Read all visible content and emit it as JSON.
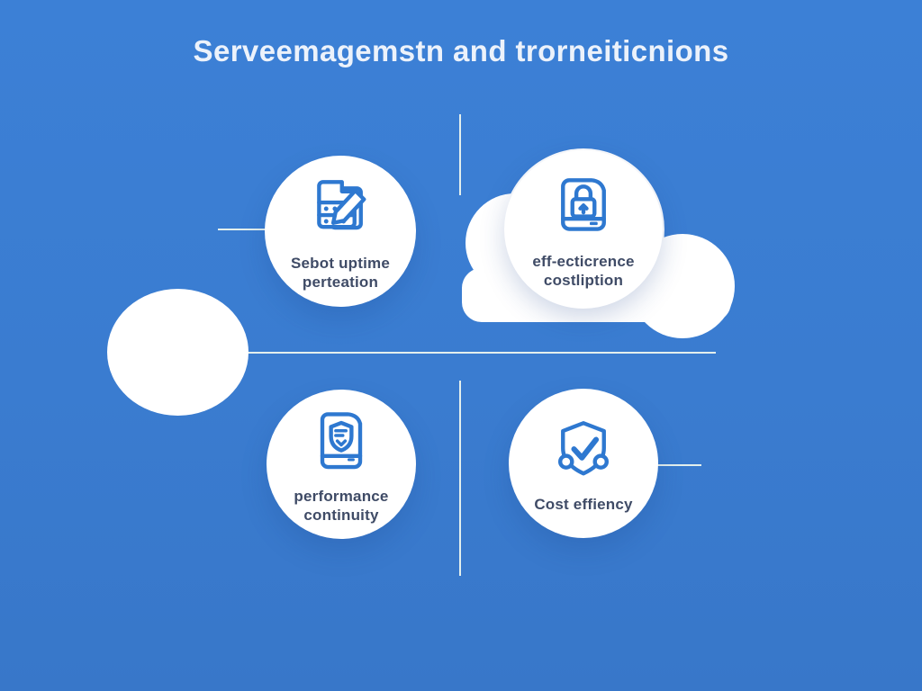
{
  "title": "Serveemagemstn and trorneiticnions",
  "colors": {
    "background": "#3a7ed2",
    "icon_stroke": "#2e78d0",
    "label_text": "#3f4b66",
    "line": "#ecf6ee",
    "badge_background": "#ffffff"
  },
  "cards": [
    {
      "icon": "document-edit-icon",
      "line1": "Sebot uptime",
      "line2": "perteation"
    },
    {
      "icon": "lock-document-icon",
      "line1": "eff-ecticrence",
      "line2": "costliption"
    },
    {
      "icon": "shield-document-icon",
      "line1": "performance",
      "line2": "continuity"
    },
    {
      "icon": "shield-check-icon",
      "line1": "Cost effiency",
      "line2": ""
    }
  ]
}
